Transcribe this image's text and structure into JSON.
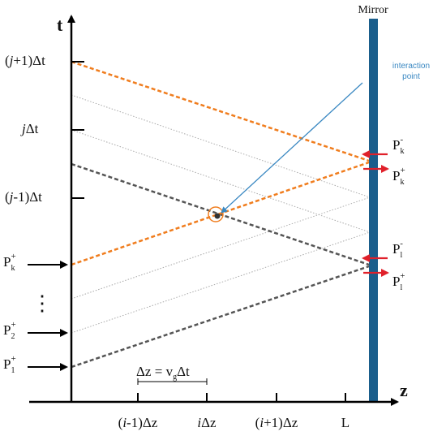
{
  "axes": {
    "t_label": "t",
    "z_label": "z"
  },
  "mirror": {
    "label": "Mirror",
    "color": "#1a5e8c"
  },
  "annotation": {
    "text_line1": "interaction",
    "text_line2": "point",
    "color": "#3a88c2"
  },
  "time_ticks": [
    {
      "j": "j",
      "pre": "(",
      "post": "+1)Δt"
    },
    {
      "j": "j",
      "pre": "",
      "post": "Δt"
    },
    {
      "j": "j",
      "pre": "(",
      "post": "-1)Δt"
    }
  ],
  "space_ticks": [
    {
      "i": "i",
      "pre": "(",
      "post": "-1)Δz"
    },
    {
      "i": "i",
      "pre": "",
      "post": "Δz"
    },
    {
      "i": "i",
      "pre": "(",
      "post": "+1)Δz"
    },
    {
      "i": "",
      "pre": "L",
      "post": ""
    }
  ],
  "dz_label": {
    "main": "Δz = v",
    "sub": "g",
    "tail": "Δt"
  },
  "inputs": {
    "pk": {
      "base": "P",
      "sub": "k",
      "sup": "+"
    },
    "dots": "⋮",
    "p2": {
      "base": "P",
      "sub": "2",
      "sup": "+"
    },
    "p1": {
      "base": "P",
      "sub": "1",
      "sup": "+"
    }
  },
  "mirror_labels": {
    "pk_minus": {
      "base": "P",
      "sub": "k",
      "sup": "-"
    },
    "pk_plus": {
      "base": "P",
      "sub": "k",
      "sup": "+"
    },
    "pl_minus": {
      "base": "P",
      "sub": "l",
      "sup": "-"
    },
    "pl_plus": {
      "base": "P",
      "sub": "l",
      "sup": "+"
    }
  },
  "colors": {
    "orange": "#f07d1e",
    "dark": "#555555",
    "grey": "#aaaaaa",
    "red": "#e0202a"
  }
}
